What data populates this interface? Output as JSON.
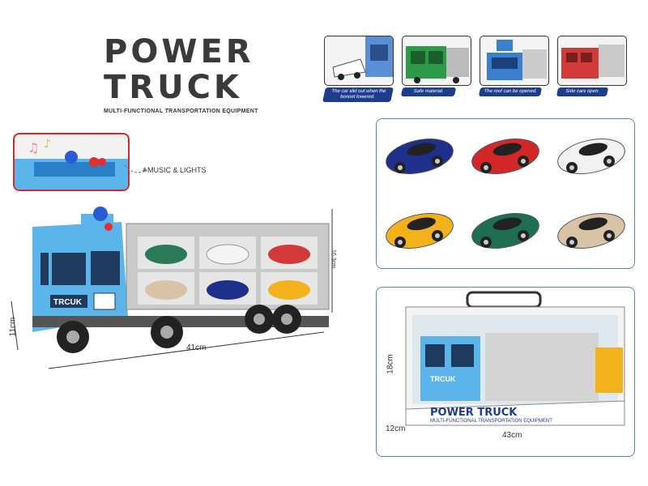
{
  "title_line1": "POWER",
  "title_line2": "TRUCK",
  "subtitle": "MULTI-FUNCTIONAL TRANSPORTATION EQUIPMENT",
  "features": [
    {
      "caption": "The car slid out when the bonnet lowered."
    },
    {
      "caption": "Safe material."
    },
    {
      "caption": "The roof can be opened."
    },
    {
      "caption": "Side cars open."
    }
  ],
  "music_label": "MUSIC & LIGHTS",
  "truck_plate": "TRCUK",
  "dim_truck_length": "41cm",
  "dim_truck_height": "11cm",
  "dim_truck_depth": "16.3cm",
  "box_title": "POWER TRUCK",
  "box_subtitle": "MULTI-FUNCTIONAL TRANSPORTATION EQUIPMENT",
  "box_plate": "TRCUK",
  "dim_box_height": "18cm",
  "dim_box_width": "43cm",
  "dim_box_depth": "12cm",
  "car_colors": [
    "#1f2f8c",
    "#d32727",
    "#f1f1f1",
    "#f3b21c",
    "#1e6e52",
    "#d8c3a6"
  ],
  "colors": {
    "truck_blue": "#5bb5ea",
    "panel_border": "#5a86b0"
  }
}
